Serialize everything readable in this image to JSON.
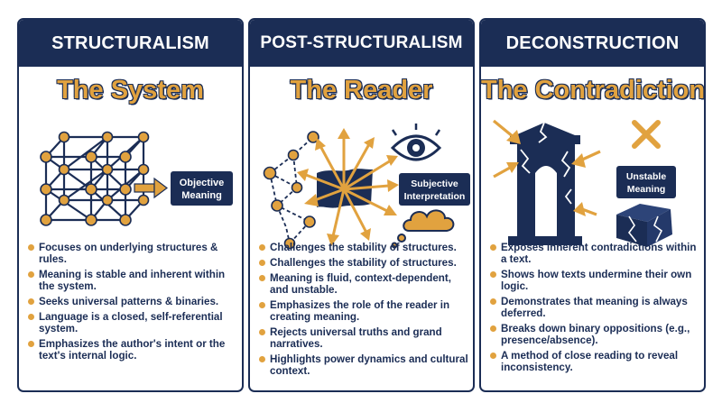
{
  "panels": [
    {
      "header": "STRUCTURALISM",
      "subtitle": "The System",
      "badge_lines": [
        "Objective",
        "Meaning"
      ],
      "bullets": [
        "Focuses on underlying structures & rules.",
        "Meaning is stable and inherent within the system.",
        "Seeks universal patterns & binaries.",
        "Language is a closed, self-referential system.",
        "Emphasizes the author's intent or the text's internal logic."
      ]
    },
    {
      "header": "POST-STRUCTURALISM",
      "subtitle": "The Reader",
      "badge_lines": [
        "Subjective",
        "Interpretation"
      ],
      "bullets": [
        "Challenges the stability of structures.",
        "Challenges the stability of structures.",
        "Meaning is fluid, context-dependent, and unstable.",
        "Emphasizes the role of the reader in creating meaning.",
        "Rejects universal truths and grand narratives.",
        "Highlights power dynamics and cultural context."
      ]
    },
    {
      "header": "DECONSTRUCTION",
      "subtitle": "The Contradiction",
      "badge_lines": [
        "Unstable",
        "Meaning"
      ],
      "bullets": [
        "Exposes inherent contradictions within a text.",
        "Shows how texts undermine their own logic.",
        "Demonstrates that meaning is always deferred.",
        "Breaks down binary oppositions (e.g., presence/absence).",
        "A method of close reading to reveal inconsistency."
      ]
    }
  ],
  "colors": {
    "navy": "#1b2d55",
    "gold": "#e1a23f"
  },
  "icons": [
    "lattice-icon",
    "arrow-right-icon",
    "eye-icon",
    "thought-cloud-icon",
    "broken-pillar-icon",
    "x-mark-icon",
    "broken-box-icon"
  ]
}
